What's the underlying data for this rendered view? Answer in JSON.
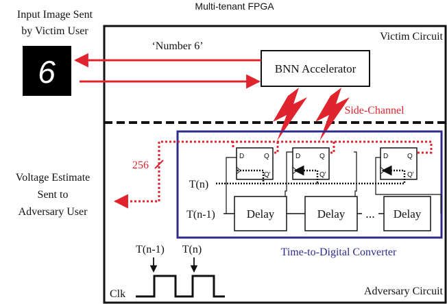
{
  "title": "Multi-tenant FPGA",
  "input_label_line1": "Input Image Sent",
  "input_label_line2": "by Victim User",
  "digit": "6",
  "output_label": "‘Number 6’",
  "victim_circuit": "Victim Circuit",
  "bnn_accelerator": "BNN Accelerator",
  "side_channel": "Side-Channel",
  "bus_width": "256",
  "voltage_line1": "Voltage Estimate",
  "voltage_line2": "Sent to",
  "voltage_line3": "Adversary User",
  "tn": "T(n)",
  "tn1": "T(n-1)",
  "delay": "Delay",
  "ellipsis": "...",
  "ff_d": "D",
  "ff_q": "Q",
  "ff_qbar": "Q'",
  "tdc": "Time-to-Digital Converter",
  "clk_tn1": "T(n-1)",
  "clk_tn": "T(n)",
  "clk": "Clk",
  "adversary_circuit": "Adversary Circuit",
  "colors": {
    "red": "#e0242e",
    "blue": "#2e2b8e",
    "black": "#111111"
  }
}
